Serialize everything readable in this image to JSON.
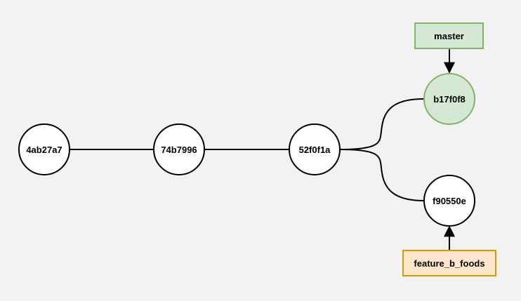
{
  "diagram": {
    "commits": [
      {
        "id": "4ab27a7",
        "color": "#ffffff",
        "stroke": "#000000"
      },
      {
        "id": "74b7996",
        "color": "#ffffff",
        "stroke": "#000000"
      },
      {
        "id": "52f0f1a",
        "color": "#ffffff",
        "stroke": "#000000"
      },
      {
        "id": "b17f0f8",
        "color": "#d5e8d4",
        "stroke": "#82b366"
      },
      {
        "id": "f90550e",
        "color": "#ffffff",
        "stroke": "#000000"
      }
    ],
    "branches": [
      {
        "name": "master",
        "points_to": "b17f0f8",
        "color": "#d5e8d4",
        "stroke": "#82b366"
      },
      {
        "name": "feature_b_foods",
        "points_to": "f90550e",
        "color": "#ffe6cc",
        "stroke": "#d79b00"
      }
    ],
    "edges": [
      {
        "from": "4ab27a7",
        "to": "74b7996"
      },
      {
        "from": "74b7996",
        "to": "52f0f1a"
      },
      {
        "from": "52f0f1a",
        "to": "b17f0f8"
      },
      {
        "from": "52f0f1a",
        "to": "f90550e"
      }
    ]
  }
}
